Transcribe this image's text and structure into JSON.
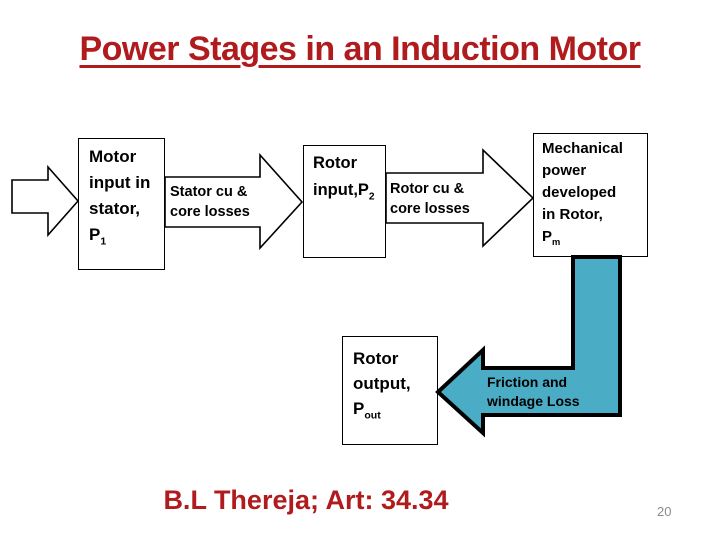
{
  "slide": {
    "title": "Power Stages in an Induction Motor",
    "footer": "B.L Thereja; Art: 34.34",
    "page_number": "20"
  },
  "boxes": {
    "motor_input": {
      "l1": "Motor",
      "l2": "input in",
      "l3": "stator,",
      "sym": "P",
      "sub": "1"
    },
    "rotor_input": {
      "l1": "Rotor",
      "l2": "input,",
      "sym": "P",
      "sub": "2"
    },
    "mech_power": {
      "l1": "Mechanical",
      "l2": "power",
      "l3": "developed",
      "l4": "in Rotor,",
      "sym": "P",
      "sub": "m"
    },
    "rotor_output": {
      "l1": "Rotor",
      "l2": "output,",
      "sym": "P",
      "sub": "out"
    }
  },
  "labels": {
    "stator_loss": {
      "l1": "Stator cu &",
      "l2": "core losses"
    },
    "rotor_loss": {
      "l1": "Rotor cu &",
      "l2": "core losses"
    },
    "friction_loss": {
      "l1": "Friction and",
      "l2": "windage Loss"
    }
  },
  "colors": {
    "title-red": "#b01c1e",
    "footer-red": "#b01c1e",
    "arrow-teal": "#4bacc6",
    "arrow-outline": "#000000",
    "page-gray": "#8c8c8c"
  }
}
